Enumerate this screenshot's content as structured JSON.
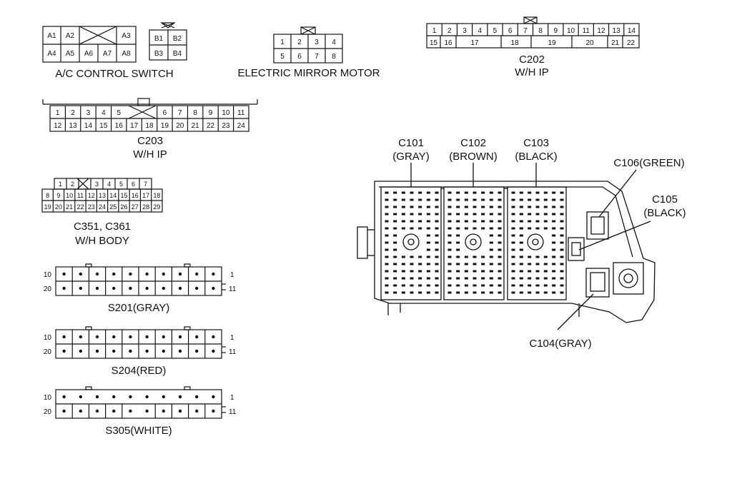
{
  "ac_switch": {
    "label": "A/C CONTROL SWITCH",
    "row1": [
      "A1",
      "A2",
      "",
      "A3"
    ],
    "row2": [
      "A4",
      "A5",
      "A6",
      "A7",
      "A8"
    ],
    "small_row1": [
      "B1",
      "B2"
    ],
    "small_row2": [
      "B3",
      "B4"
    ]
  },
  "mirror_motor": {
    "label": "ELECTRIC MIRROR MOTOR",
    "row1": [
      "1",
      "2",
      "3",
      "4"
    ],
    "row2": [
      "5",
      "6",
      "7",
      "8"
    ]
  },
  "c202": {
    "name": "C202",
    "location": "W/H IP",
    "row1": [
      "1",
      "2",
      "3",
      "4",
      "5",
      "6",
      "7",
      "8",
      "9",
      "10",
      "11",
      "12",
      "13",
      "14"
    ],
    "row2": [
      "15",
      "16",
      "17",
      "18",
      "19",
      "20",
      "21",
      "22"
    ]
  },
  "c203": {
    "name": "C203",
    "location": "W/H IP",
    "row1": [
      "1",
      "2",
      "3",
      "4",
      "5",
      "",
      "6",
      "7",
      "8",
      "9",
      "10",
      "11"
    ],
    "row2": [
      "12",
      "13",
      "14",
      "15",
      "16",
      "17",
      "18",
      "19",
      "20",
      "21",
      "22",
      "23",
      "24"
    ]
  },
  "c351": {
    "name": "C351, C361",
    "location": "W/H BODY",
    "row1": [
      "1",
      "2",
      "",
      "3",
      "4",
      "5",
      "6",
      "7"
    ],
    "row2": [
      "8",
      "9",
      "10",
      "11",
      "12",
      "13",
      "14",
      "15",
      "16",
      "17",
      "18"
    ],
    "row3": [
      "19",
      "20",
      "21",
      "22",
      "23",
      "24",
      "25",
      "26",
      "27",
      "28",
      "29"
    ]
  },
  "splices": [
    {
      "name": "S201(GRAY)",
      "left_top": "10",
      "left_bottom": "20",
      "right_top": "1",
      "right_bottom": "11"
    },
    {
      "name": "S204(RED)",
      "left_top": "10",
      "left_bottom": "20",
      "right_top": "1",
      "right_bottom": "11"
    },
    {
      "name": "S305(WHITE)",
      "left_top": "10",
      "left_bottom": "20",
      "right_top": "1",
      "right_bottom": "11"
    }
  ],
  "junction_block": {
    "c101": {
      "name": "C101",
      "color": "(GRAY)"
    },
    "c102": {
      "name": "C102",
      "color": "(BROWN)"
    },
    "c103": {
      "name": "C103",
      "color": "(BLACK)"
    },
    "c104": {
      "label": "C104(GRAY)"
    },
    "c105": {
      "name": "C105",
      "color": "(BLACK)"
    },
    "c106": {
      "label": "C106(GREEN)"
    }
  }
}
